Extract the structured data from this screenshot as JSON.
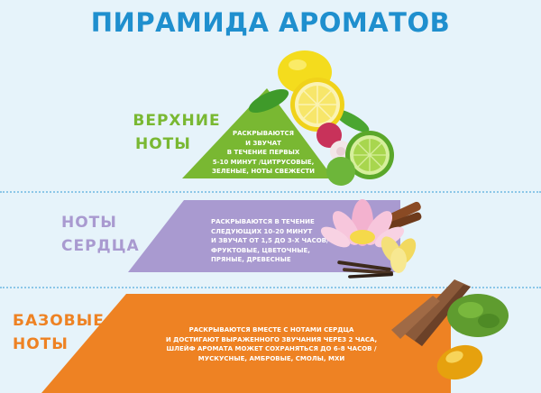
{
  "title": "ПИРАМИДА АРОМАТОВ",
  "colors": {
    "title": "#1f8fce",
    "top": "#79b832",
    "middle": "#a99ad0",
    "base": "#ee8223",
    "top_label": "#79b832",
    "middle_label": "#a99ad0",
    "base_label": "#ee8223",
    "separator": "#8cc7e8"
  },
  "tiers": {
    "top": {
      "label": [
        "ВЕРХНИЕ",
        "НОТЫ"
      ],
      "desc": [
        "Раскрываются",
        "и звучат",
        "в течение первых",
        "5-10 минут /цитрусовые,",
        "зеленые, ноты свежести"
      ],
      "icons": [
        "lemon-icon",
        "lime-icon",
        "lychee-icon",
        "leaf-icon"
      ]
    },
    "middle": {
      "label": [
        "НОТЫ",
        "СЕРДЦА"
      ],
      "desc": [
        "Раскрываются в течение",
        "следующих 10-20 минут",
        "и звучат от 1,5 до 3-х часов/",
        "фруктовые, цветочные,",
        "пряные, древесные"
      ],
      "icons": [
        "lotus-flower-icon",
        "cinnamon-icon",
        "vanilla-flower-icon",
        "vanilla-pod-icon"
      ]
    },
    "base": {
      "label": [
        "БАЗОВЫЕ",
        "НОТЫ"
      ],
      "desc": [
        "Раскрываются вместе с нотами сердца",
        "и достигают выраженного звучания через 2 часа,",
        "шлейф аромата может сохраняться до 6-8 часов /",
        "мускусные, амбровые, смолы, мхи"
      ],
      "icons": [
        "wood-bark-icon",
        "moss-icon",
        "amber-icon"
      ]
    }
  }
}
